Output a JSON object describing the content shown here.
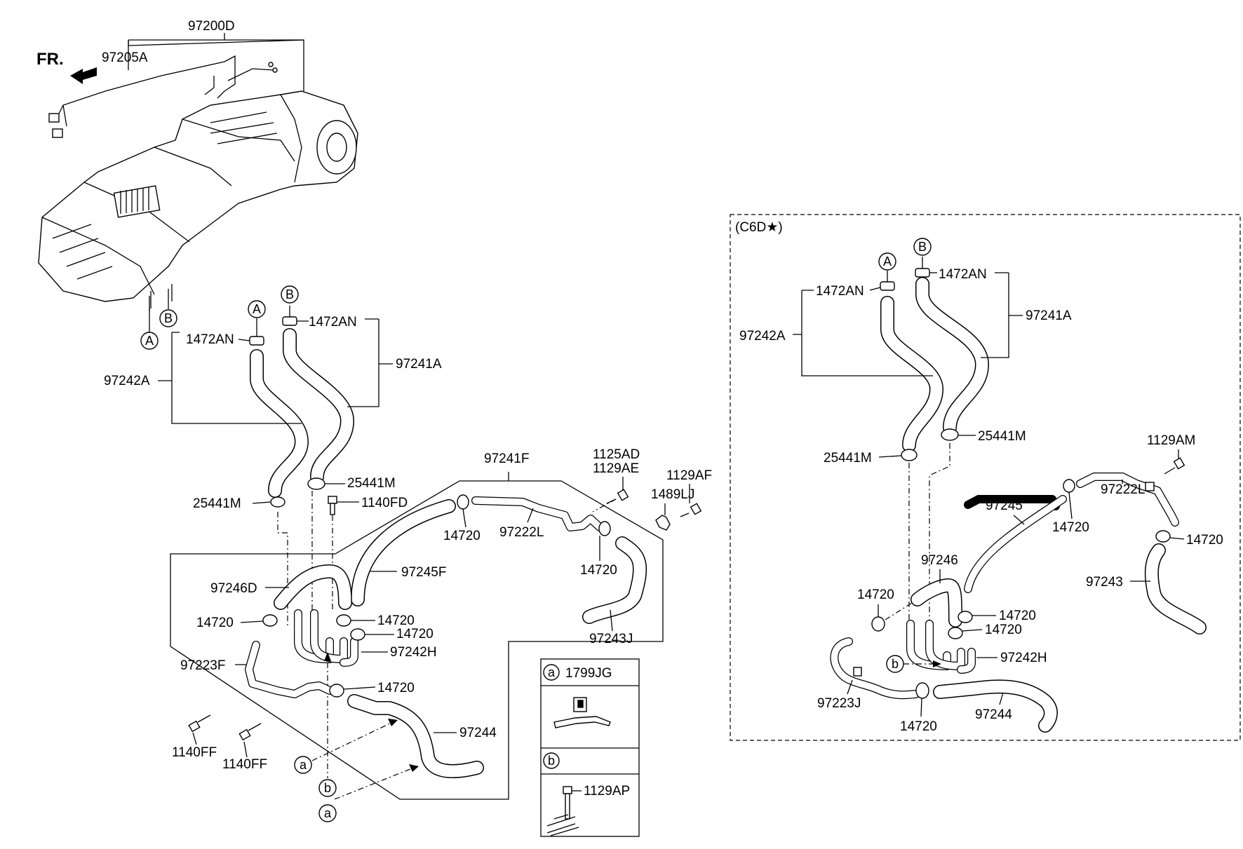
{
  "direction": {
    "label": "FR."
  },
  "main": {
    "labels": {
      "hvac_assy": "97200D",
      "harness": "97205A",
      "clamp_a_upper": "1472AN",
      "clamp_b_upper": "1472AN",
      "hose_heater_a": "97242A",
      "hose_heater_b": "97241A",
      "clip_left": "25441M",
      "clip_right": "25441M",
      "bolt_fd": "1140FD",
      "pipe_97241F": "97241F",
      "bolt_ad": "1125AD",
      "bolt_ae": "1129AE",
      "bolt_af": "1129AF",
      "bracket_lj": "1489LJ",
      "clamp_14720_a": "14720",
      "hose_97222L": "97222L",
      "clamp_14720_b": "14720",
      "hose_97243J": "97243J",
      "hose_97246D": "97246D",
      "hose_97245F": "97245F",
      "clamp_14720_c": "14720",
      "clamp_14720_d": "14720",
      "clamp_14720_e": "14720",
      "hose_97242H": "97242H",
      "hose_97223F": "97223F",
      "clamp_14720_f": "14720",
      "hose_97244": "97244",
      "bolt_ff_1": "1140FF",
      "bolt_ff_2": "1140FF"
    },
    "callouts": {
      "A": "A",
      "B": "B",
      "a": "a",
      "b": "b"
    }
  },
  "legend": {
    "a_label": "a",
    "a_part": "1799JG",
    "b_label": "b",
    "b_part": "1129AP"
  },
  "variant": {
    "title": "(C6D★)",
    "labels": {
      "clamp_a": "1472AN",
      "clamp_b": "1472AN",
      "hose_a": "97242A",
      "hose_b": "97241A",
      "clip_right": "25441M",
      "clip_left": "25441M",
      "bolt_am": "1129AM",
      "hose_97245": "97245",
      "hose_97222L": "97222L",
      "clamp_14720_a": "14720",
      "clamp_14720_b": "14720",
      "hose_97246": "97246",
      "hose_97243": "97243",
      "clamp_14720_c": "14720",
      "clamp_14720_d": "14720",
      "clamp_14720_e": "14720",
      "hose_97242H": "97242H",
      "hose_97223J": "97223J",
      "hose_97244": "97244",
      "clamp_14720_f": "14720"
    }
  }
}
